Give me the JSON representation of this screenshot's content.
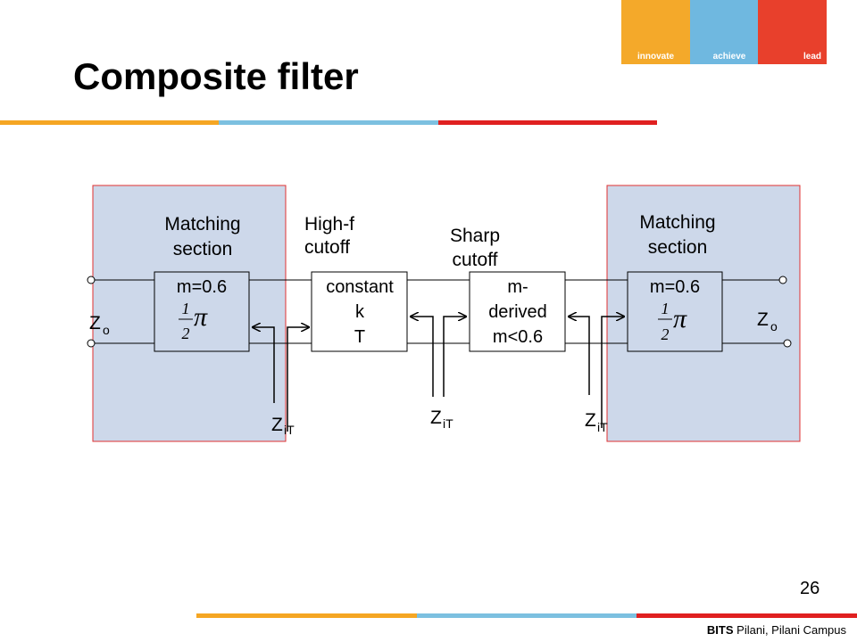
{
  "slide": {
    "title": "Composite filter",
    "page_number": "26",
    "footer_bold": "BITS",
    "footer_rest": " Pilani, Pilani Campus"
  },
  "logo": {
    "words": [
      "innovate",
      "achieve",
      "lead"
    ],
    "colors": [
      "#f4a92a",
      "#6fb8e0",
      "#e8402c"
    ]
  },
  "colors": {
    "bar_orange": "#f5a623",
    "bar_blue": "#7cc0e0",
    "bar_red": "#e02020",
    "panel_fill": "#cdd8ea",
    "panel_border": "#e03030"
  },
  "diagram": {
    "left_matching_label": [
      "Matching",
      "section"
    ],
    "right_matching_label": [
      "Matching",
      "section"
    ],
    "highf_label": [
      "High-f",
      "cutoff"
    ],
    "sharp_label": [
      "Sharp",
      "cutoff"
    ],
    "left_box": {
      "m": "m=0.6",
      "frac_num": "1",
      "frac_den": "2",
      "pi": "π"
    },
    "right_box": {
      "m": "m=0.6",
      "frac_num": "1",
      "frac_den": "2",
      "pi": "π"
    },
    "constk_box": [
      "constant",
      "k",
      "T"
    ],
    "mderived_box": [
      "m-",
      "derived",
      "m<0.6"
    ],
    "z_left": {
      "main": "Z",
      "sub": "o"
    },
    "z_right": {
      "main": "Z",
      "sub": "o"
    },
    "ziT_1": {
      "main": "Z",
      "sub": "iT"
    },
    "ziT_2": {
      "main": "Z",
      "sub": "iT"
    },
    "ziT_3": {
      "main": "Z",
      "sub": "iT"
    }
  }
}
